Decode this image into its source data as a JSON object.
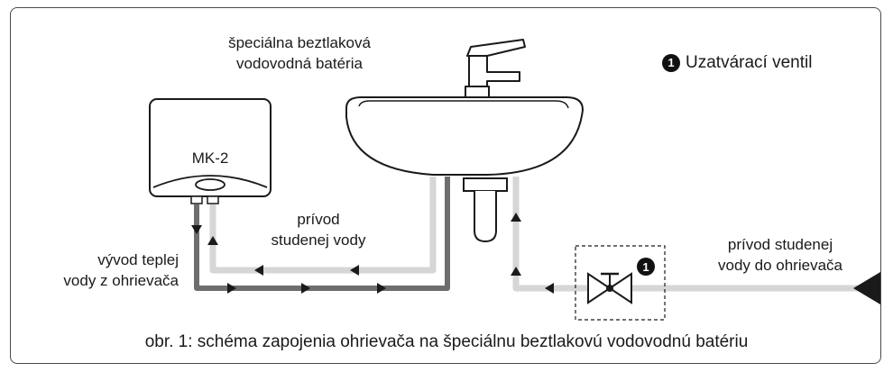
{
  "labels": {
    "faucet": [
      "špeciálna beztlaková",
      "vodovodná batéria"
    ],
    "legend_number": "1",
    "legend_text": "Uzatvárací ventil",
    "heater_model": "MK-2",
    "cold_supply_heater": [
      "prívod",
      "studenej vody"
    ],
    "hot_outlet": [
      "vývod teplej",
      "vody z ohrievača"
    ],
    "cold_supply_main": [
      "prívod studenej",
      "vody do ohrievača"
    ],
    "valve_number": "1",
    "caption": "obr. 1: schéma zapojenia ohrievača na špeciálnu beztlakovú vodovodnú batériu"
  },
  "colors": {
    "hot_pipe": "#6e6e6e",
    "cold_pipe": "#d6d6d6",
    "outline": "#1a1a1a"
  }
}
